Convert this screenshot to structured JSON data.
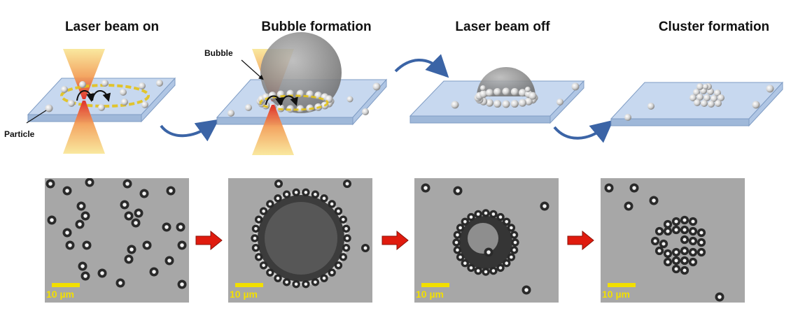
{
  "stages": [
    {
      "title": "Laser beam on"
    },
    {
      "title": "Bubble formation"
    },
    {
      "title": "Laser beam off"
    },
    {
      "title": "Cluster formation"
    }
  ],
  "labels": {
    "particle": "Particle",
    "bubble": "Bubble"
  },
  "micrographs": [
    {
      "scale": "10 µm"
    },
    {
      "scale": "10 µm"
    },
    {
      "scale": "10 µm"
    },
    {
      "scale": "10 µm"
    }
  ],
  "colors": {
    "plate": "#c7d8ef",
    "plate_edge": "#7f9cc4",
    "laser_core": "#e8352a",
    "laser_outer": "#f8e58b",
    "bubble": "#8f8f8f",
    "curved_arrow": "#3b64a6",
    "red_arrow": "#e01b0e",
    "scale_bar": "#f2df00"
  }
}
